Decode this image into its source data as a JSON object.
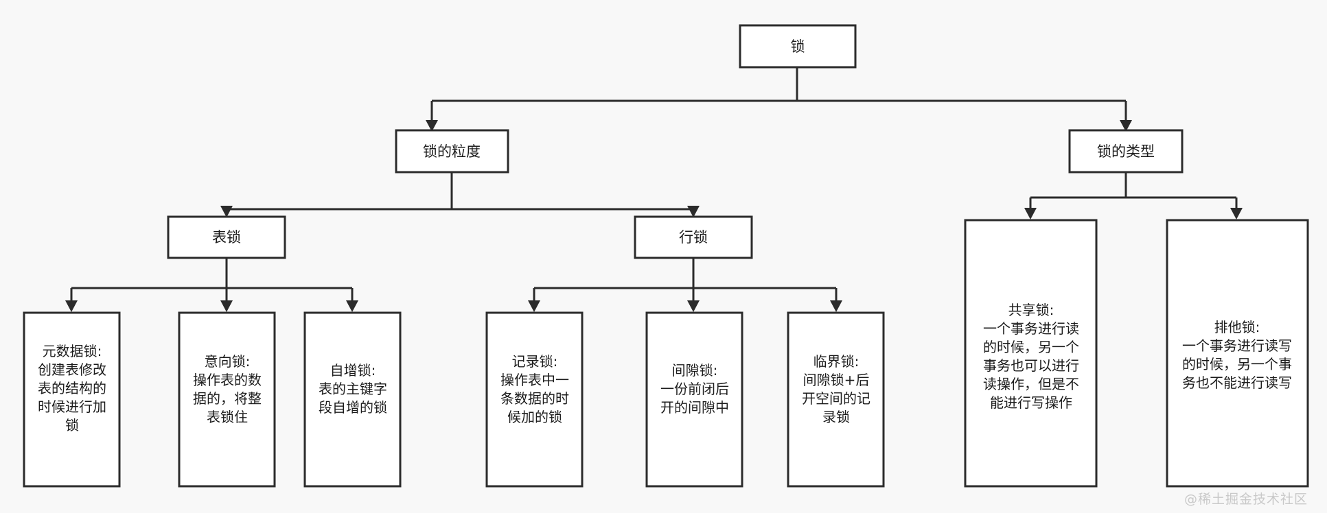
{
  "diagram": {
    "title": "锁",
    "type": "tree",
    "background_color": "#f8f8f8",
    "node_fill": "#ffffff",
    "node_stroke": "#2b2b2b",
    "text_color": "#1c1c1c",
    "watermark": "@稀土掘金技术社区",
    "nodes": {
      "root": {
        "label": "锁"
      },
      "granularity": {
        "label": "锁的粒度"
      },
      "lock_type": {
        "label": "锁的类型"
      },
      "table_lock": {
        "label": "表锁"
      },
      "row_lock": {
        "label": "行锁"
      },
      "metadata_lock": {
        "title": "元数据锁:",
        "lines": [
          "元数据锁:",
          "创建表修改",
          "表的结构的",
          "时候进行加",
          "锁"
        ]
      },
      "intention_lock": {
        "title": "意向锁:",
        "lines": [
          "意向锁:",
          "操作表的数",
          "据的，将整",
          "表锁住"
        ]
      },
      "auto_inc_lock": {
        "title": "自增锁:",
        "lines": [
          "自增锁:",
          "表的主键字",
          "段自增的锁"
        ]
      },
      "record_lock": {
        "title": "记录锁:",
        "lines": [
          "记录锁:",
          "操作表中一",
          "条数据的时",
          "候加的锁"
        ]
      },
      "gap_lock": {
        "title": "间隙锁:",
        "lines": [
          "间隙锁:",
          "一份前闭后",
          "开的间隙中"
        ]
      },
      "next_key_lock": {
        "title": "临界锁:",
        "lines": [
          "临界锁:",
          "间隙锁+后",
          "开空间的记",
          "录锁"
        ]
      },
      "shared_lock": {
        "title": "共享锁:",
        "lines": [
          "共享锁:",
          "一个事务进行读",
          "的时候，另一个",
          "事务也可以进行",
          "读操作，但是不",
          "能进行写操作"
        ]
      },
      "exclusive_lock": {
        "title": "排他锁:",
        "lines": [
          "排他锁:",
          "一个事务进行读写",
          "的时候，另一个事",
          "务也不能进行读写"
        ]
      }
    },
    "edges": [
      {
        "from": "root",
        "to": "granularity"
      },
      {
        "from": "root",
        "to": "lock_type"
      },
      {
        "from": "granularity",
        "to": "table_lock"
      },
      {
        "from": "granularity",
        "to": "row_lock"
      },
      {
        "from": "table_lock",
        "to": "metadata_lock"
      },
      {
        "from": "table_lock",
        "to": "intention_lock"
      },
      {
        "from": "table_lock",
        "to": "auto_inc_lock"
      },
      {
        "from": "row_lock",
        "to": "record_lock"
      },
      {
        "from": "row_lock",
        "to": "gap_lock"
      },
      {
        "from": "row_lock",
        "to": "next_key_lock"
      },
      {
        "from": "lock_type",
        "to": "shared_lock"
      },
      {
        "from": "lock_type",
        "to": "exclusive_lock"
      }
    ]
  }
}
